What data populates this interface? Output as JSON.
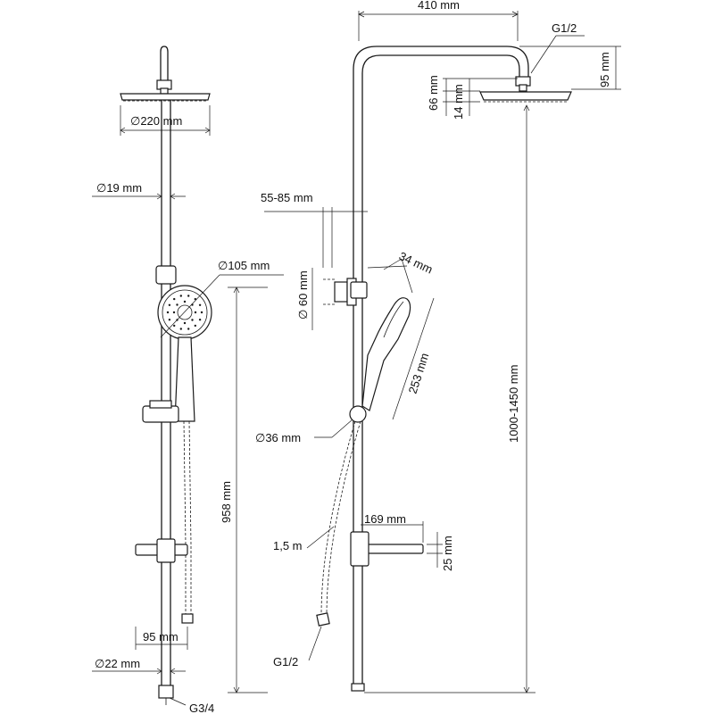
{
  "labels": {
    "head_width_front": "410 mm",
    "inlet_thread_top": "G1/2",
    "head_drop": "95 mm",
    "head_height": "66 mm",
    "head_thickness": "14 mm",
    "head_diameter": "∅220 mm",
    "rail_diameter": "∅19 mm",
    "holder_offset": "55-85 mm",
    "handshower_diameter": "∅105 mm",
    "holder_diameter": "∅ 60 mm",
    "handshower_width": "34 mm",
    "handshower_length": "253 mm",
    "total_height_range": "1000-1450 mm",
    "diverter_diameter": "∅36 mm",
    "side_height": "958 mm",
    "shelf_length": "169 mm",
    "hose_length": "1,5 m",
    "shelf_height": "25 mm",
    "hose_thread": "G1/2",
    "shelf_depth": "95 mm",
    "pipe_diameter": "∅22 mm",
    "connection_thread": "G3/4"
  }
}
